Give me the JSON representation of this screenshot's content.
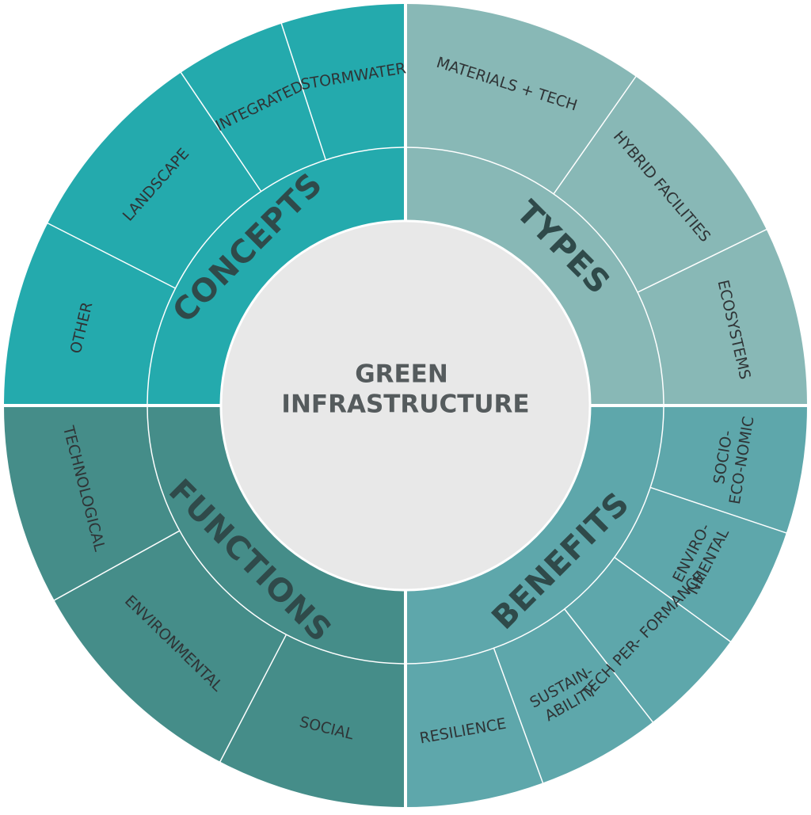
{
  "center": {
    "lines": [
      "GREEN",
      "INFRASTRUCTURE"
    ],
    "color": "#e8e8e8"
  },
  "quadrants": [
    {
      "id": "concepts",
      "label": "CONCEPTS",
      "color": "#24aaad",
      "items": [
        "OTHER",
        "LANDSCAPE",
        "INTEGRATED",
        "STORMWATER"
      ]
    },
    {
      "id": "types",
      "label": "TYPES",
      "color": "#88b8b6",
      "items": [
        "MATERIALS + TECH",
        "HYBRID FACILITIES",
        "ECOSYSTEMS"
      ]
    },
    {
      "id": "benefits",
      "label": "BENEFITS",
      "color": "#5ea7ab",
      "items": [
        "SOCIO- ECO-NOMIC",
        "ENVIRO- NMENTAL",
        "TECH PER- FORMANCE",
        "SUSTAIN- ABILITY",
        "RESILIENCE"
      ]
    },
    {
      "id": "functions",
      "label": "FUNCTIONS",
      "color": "#458d89",
      "items": [
        "SOCIAL",
        "ENVIRONMENTAL",
        "TECHNOLOGICAL"
      ]
    }
  ]
}
